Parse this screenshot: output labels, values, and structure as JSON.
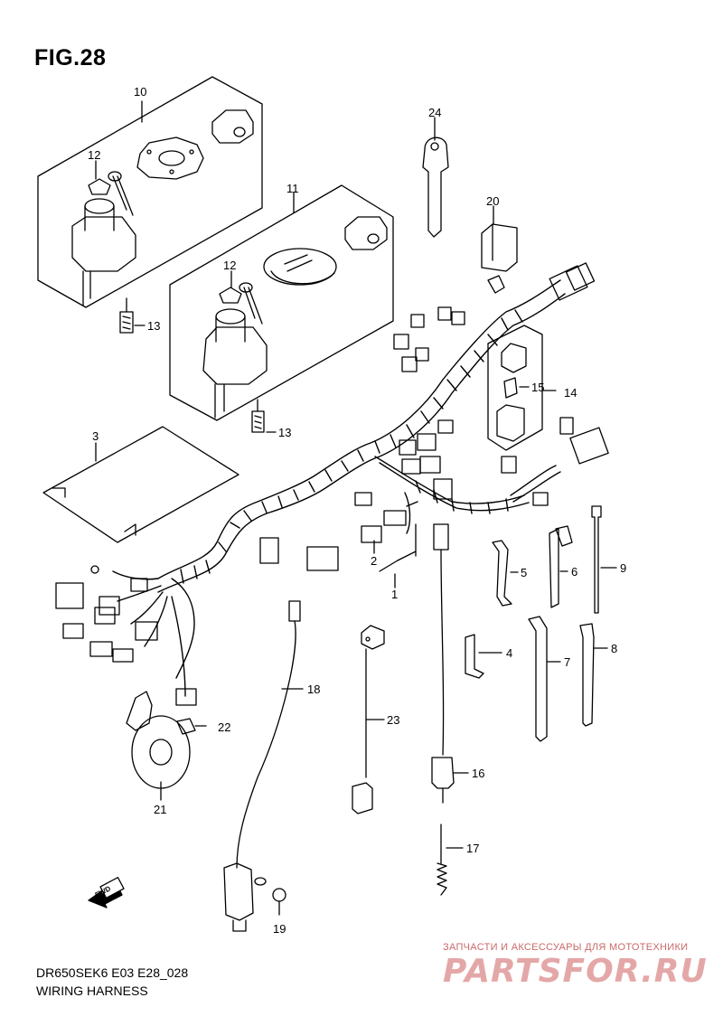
{
  "figure": {
    "title": "FIG.28",
    "model_code": "DR650SEK6 E03 E28_028",
    "subtitle": "WIRING HARNESS"
  },
  "watermark": {
    "tagline": "ЗАПЧАСТИ И АКСЕССУАРЫ ДЛЯ МОТОТЕХНИКИ",
    "logo": "PARTSFOR.RU",
    "color": "#e4a7a7"
  },
  "direction_marker": {
    "text": "FWD",
    "icon": "fwd-arrow-icon"
  },
  "callouts": [
    {
      "id": "c1",
      "text": "1"
    },
    {
      "id": "c2",
      "text": "2"
    },
    {
      "id": "c3",
      "text": "3"
    },
    {
      "id": "c4",
      "text": "4"
    },
    {
      "id": "c5",
      "text": "5"
    },
    {
      "id": "c6",
      "text": "6"
    },
    {
      "id": "c7",
      "text": "7"
    },
    {
      "id": "c8",
      "text": "8"
    },
    {
      "id": "c9",
      "text": "9"
    },
    {
      "id": "c10",
      "text": "10"
    },
    {
      "id": "c11",
      "text": "11"
    },
    {
      "id": "c12a",
      "text": "12"
    },
    {
      "id": "c12b",
      "text": "12"
    },
    {
      "id": "c13a",
      "text": "13"
    },
    {
      "id": "c13b",
      "text": "13"
    },
    {
      "id": "c14",
      "text": "14"
    },
    {
      "id": "c15",
      "text": "15"
    },
    {
      "id": "c16",
      "text": "16"
    },
    {
      "id": "c17",
      "text": "17"
    },
    {
      "id": "c18",
      "text": "18"
    },
    {
      "id": "c19",
      "text": "19"
    },
    {
      "id": "c20",
      "text": "20"
    },
    {
      "id": "c21",
      "text": "21"
    },
    {
      "id": "c22",
      "text": "22"
    },
    {
      "id": "c23",
      "text": "23"
    },
    {
      "id": "c24",
      "text": "24"
    }
  ]
}
